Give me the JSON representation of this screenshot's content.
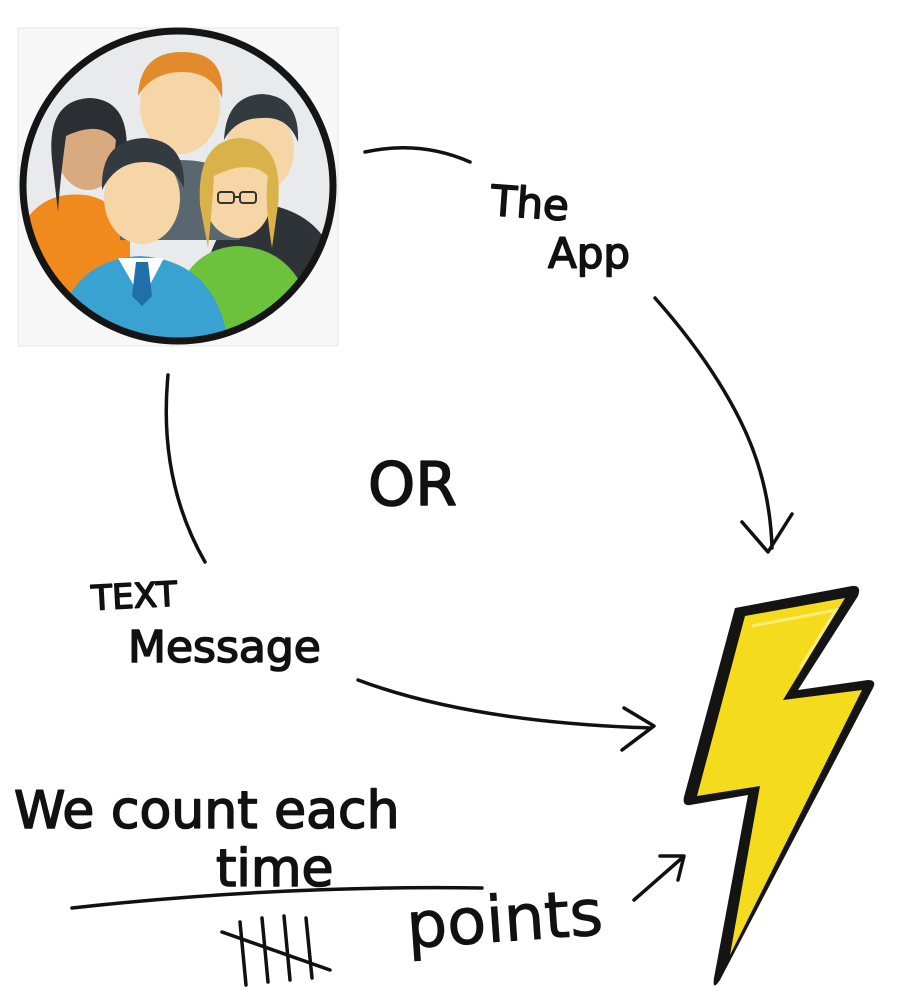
{
  "labels": {
    "app": [
      "The",
      "App"
    ],
    "or": "OR",
    "text_message": [
      "TEXT",
      "Message"
    ],
    "count_line1": "We count each",
    "count_line2": "time",
    "points": "points"
  },
  "nodes": {
    "people_icon": "people-group-icon",
    "target_icon": "lightning-bolt-icon"
  },
  "colors": {
    "ink": "#111111",
    "bolt_fill": "#f4dc1c",
    "bolt_outline": "#141414",
    "person_orange": "#f08a1c",
    "person_blue": "#3aa2d0",
    "person_green": "#6cc23a",
    "person_dark": "#2e3338",
    "skin": "#f6d5a7",
    "hair_blonde": "#d9b24a",
    "hair_orange": "#e38a2c",
    "hair_dark": "#333a40",
    "circle_bg": "#e9eaec"
  }
}
